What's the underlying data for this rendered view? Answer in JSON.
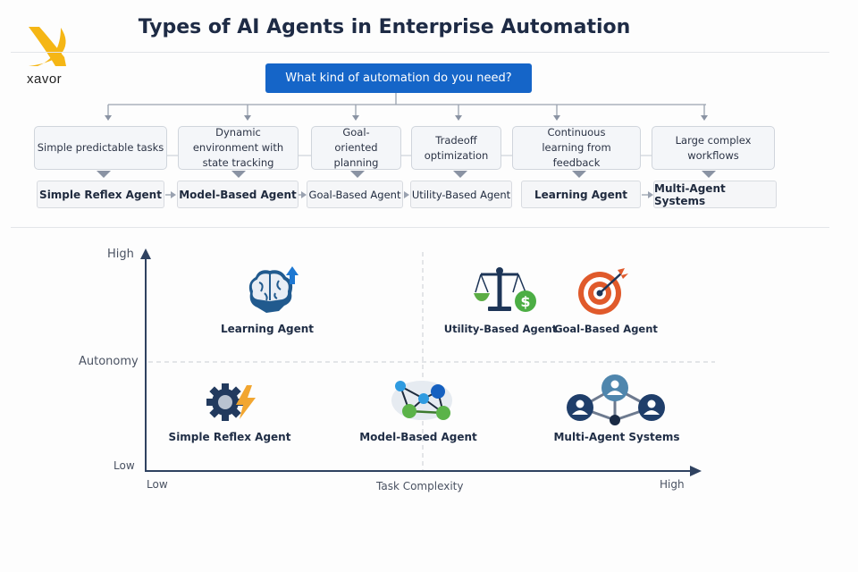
{
  "brand": {
    "name": "xavor",
    "accent": "#f5b615"
  },
  "title": "Types of AI Agents in Enterprise Automation",
  "flow": {
    "question": "What kind of automation do you need?",
    "branches": [
      {
        "condition": "Simple predictable tasks",
        "agent": "Simple Reflex Agent"
      },
      {
        "condition": "Dynamic environment with state tracking",
        "agent": "Model-Based Agent"
      },
      {
        "condition": "Goal-oriented planning",
        "agent": "Goal-Based Agent"
      },
      {
        "condition": "Tradeoff optimization",
        "agent": "Utility-Based Agent"
      },
      {
        "condition": "Continuous learning from feedback",
        "agent": "Learning Agent"
      },
      {
        "condition": "Large complex workflows",
        "agent": "Multi-Agent Systems"
      }
    ],
    "colors": {
      "question_bg": "#1565c8",
      "connector": "#8a93a3"
    }
  },
  "matrix": {
    "y_axis": {
      "label": "Autonomy",
      "high": "High",
      "low": "Low"
    },
    "x_axis": {
      "label": "Task Complexity",
      "low": "Low",
      "high": "High"
    },
    "agents": [
      {
        "name": "Learning Agent",
        "icon": "brain-growth-icon",
        "autonomy": "High",
        "complexity": "Low"
      },
      {
        "name": "Utility-Based Agent",
        "icon": "balance-scale-dollar-icon",
        "autonomy": "High",
        "complexity": "High"
      },
      {
        "name": "Goal-Based Agent",
        "icon": "target-arrow-icon",
        "autonomy": "High",
        "complexity": "High"
      },
      {
        "name": "Simple Reflex Agent",
        "icon": "gear-lightning-icon",
        "autonomy": "Low",
        "complexity": "Low"
      },
      {
        "name": "Model-Based Agent",
        "icon": "network-graph-icon",
        "autonomy": "Low",
        "complexity": "Medium"
      },
      {
        "name": "Multi-Agent Systems",
        "icon": "connected-users-icon",
        "autonomy": "Low",
        "complexity": "High"
      }
    ]
  }
}
